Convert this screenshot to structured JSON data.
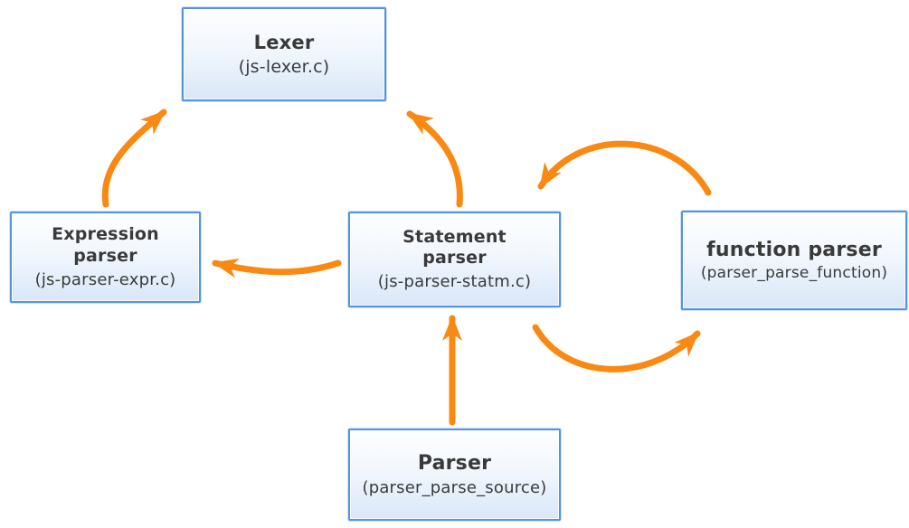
{
  "diagram": {
    "colors": {
      "background": "#FFFFFF",
      "arrow": "#F98912",
      "node_border": "#5494E0",
      "node_fill_top": "#FDFEFF",
      "node_fill_bottom": "#D9E7F8",
      "text": "#3A3A3A"
    },
    "nodes": {
      "lexer": {
        "title": "Lexer",
        "subtitle": "(js-lexer.c)"
      },
      "expression": {
        "title": "Expression parser",
        "subtitle": "(js-parser-expr.c)"
      },
      "statement": {
        "title": "Statement parser",
        "subtitle": "(js-parser-statm.c)"
      },
      "function": {
        "title": "function parser",
        "subtitle": "(parser_parse_function)"
      },
      "parser": {
        "title": "Parser",
        "subtitle": "(parser_parse_source)"
      }
    },
    "edges": [
      {
        "from": "Expression parser",
        "to": "Lexer"
      },
      {
        "from": "Statement parser",
        "to": "Lexer"
      },
      {
        "from": "Statement parser",
        "to": "Expression parser"
      },
      {
        "from": "function parser",
        "to": "Statement parser"
      },
      {
        "from": "Statement parser",
        "to": "function parser"
      },
      {
        "from": "Parser",
        "to": "Statement parser"
      }
    ]
  }
}
